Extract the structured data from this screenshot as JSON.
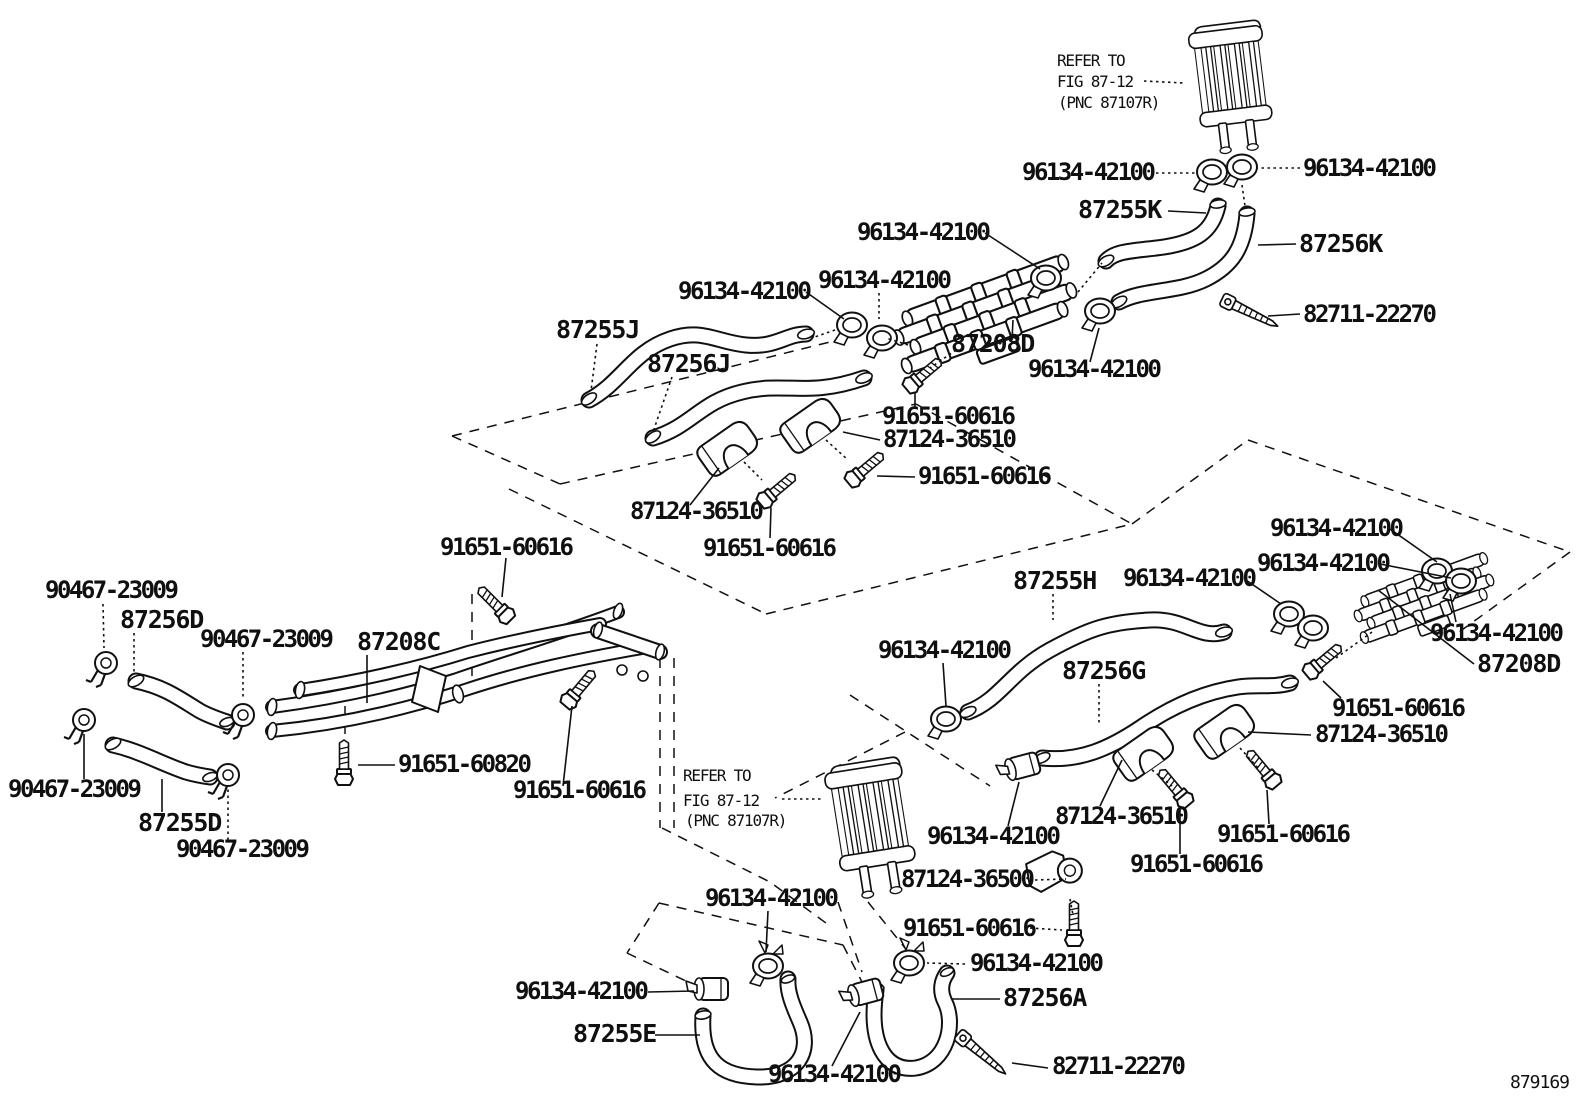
{
  "footer_code": "879169",
  "refer_note": {
    "line1": "REFER TO",
    "line2": "FIG 87-12",
    "line3": "(PNC 87107R)"
  },
  "parts": {
    "n96134": "96134-42100",
    "n87255K": "87255K",
    "n87256K": "87256K",
    "n82711": "82711-22270",
    "n87255J": "87255J",
    "n87256J": "87256J",
    "n87208D": "87208D",
    "n87208C": "87208C",
    "n91651_60616": "91651-60616",
    "n91651_60820": "91651-60820",
    "n87124_36510": "87124-36510",
    "n87124_36500": "87124-36500",
    "n90467": "90467-23009",
    "n87255H": "87255H",
    "n87256G": "87256G",
    "n87255D": "87255D",
    "n87256D": "87256D",
    "n87255E": "87255E",
    "n87256A": "87256A"
  }
}
